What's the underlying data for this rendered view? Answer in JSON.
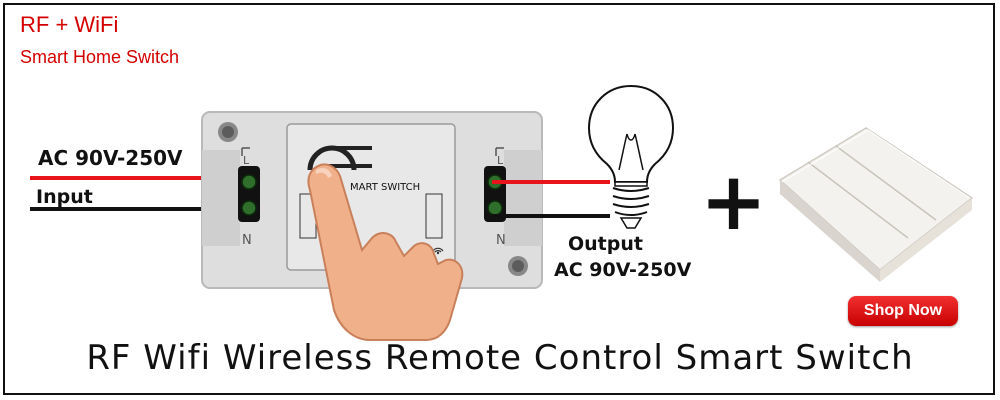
{
  "header": {
    "title": "RF + WiFi",
    "subtitle": "Smart Home Switch"
  },
  "diagram": {
    "input_voltage": "AC 90V-250V",
    "input_label": "Input",
    "output_label": "Output",
    "output_voltage": "AC 90V-250V",
    "device_label": "MART SWITCH",
    "terminal_l": "L",
    "terminal_n": "N",
    "plus_sign": "+"
  },
  "cta": {
    "shop_label": "Shop Now"
  },
  "footer": {
    "title": "RF Wifi Wireless Remote Control Smart Switch"
  },
  "colors": {
    "accent_red": "#d40000",
    "live_wire": "#e8141b",
    "neutral_wire": "#111111"
  },
  "icons": [
    "lightbulb-icon",
    "pointing-hand-icon",
    "wall-remote-switch-icon",
    "wireless-signal-icon"
  ]
}
